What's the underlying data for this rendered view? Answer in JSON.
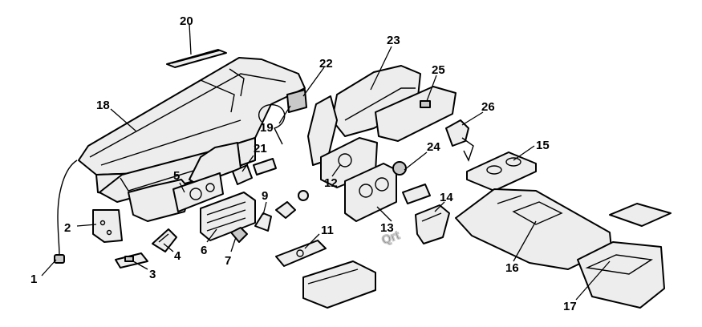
{
  "callouts": [
    {
      "id": "1",
      "label": "1"
    },
    {
      "id": "2",
      "label": "2"
    },
    {
      "id": "3",
      "label": "3"
    },
    {
      "id": "4",
      "label": "4"
    },
    {
      "id": "5",
      "label": "5"
    },
    {
      "id": "6",
      "label": "6"
    },
    {
      "id": "7",
      "label": "7"
    },
    {
      "id": "9",
      "label": "9"
    },
    {
      "id": "11",
      "label": "11"
    },
    {
      "id": "12",
      "label": "12"
    },
    {
      "id": "13",
      "label": "13"
    },
    {
      "id": "14",
      "label": "14"
    },
    {
      "id": "15",
      "label": "15"
    },
    {
      "id": "16",
      "label": "16"
    },
    {
      "id": "17",
      "label": "17"
    },
    {
      "id": "18",
      "label": "18"
    },
    {
      "id": "19",
      "label": "19"
    },
    {
      "id": "20",
      "label": "20"
    },
    {
      "id": "21",
      "label": "21"
    },
    {
      "id": "22",
      "label": "22"
    },
    {
      "id": "23",
      "label": "23"
    },
    {
      "id": "24",
      "label": "24"
    },
    {
      "id": "25",
      "label": "25"
    },
    {
      "id": "26",
      "label": "26"
    }
  ],
  "watermark": "Qrt"
}
